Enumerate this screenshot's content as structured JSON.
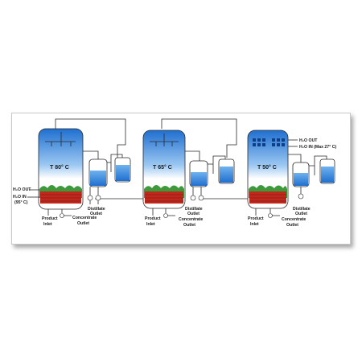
{
  "colors": {
    "vessel_top": "#2f7fd6",
    "vessel_mid": "#ffffff",
    "grass": "#3d9a3a",
    "heater": "#c0281c",
    "liquid": "#3f8fe0"
  },
  "stages": [
    {
      "temperature_label": "T 80° C",
      "distillate_label": "Distillate",
      "distillate_label_2": "Outlet",
      "product_label": "Product",
      "product_label_2": "Inlet",
      "concentrate_label": "Concentrate",
      "concentrate_label_2": "Outlet"
    },
    {
      "temperature_label": "T 65° C",
      "distillate_label": "Distillate",
      "distillate_label_2": "Outlet",
      "product_label": "Product",
      "product_label_2": "Inlet",
      "concentrate_label": "Concentrate",
      "concentrate_label_2": "Outlet"
    },
    {
      "temperature_label": "T 50° C",
      "distillate_label": "Distillate",
      "distillate_label_2": "Outlet",
      "product_label": "Product",
      "product_label_2": "Inlet",
      "concentrate_label": "Concentrate",
      "concentrate_label_2": "Outlet"
    }
  ],
  "left_labels": {
    "h2o_out": "H₂O OUT",
    "h2o_in": "H₂O IN",
    "h2o_in_temp": "(95° C)"
  },
  "right_labels": {
    "h2o_out": "H₂O OUT",
    "h2o_in": "H₂O IN (Max 27° C)"
  }
}
